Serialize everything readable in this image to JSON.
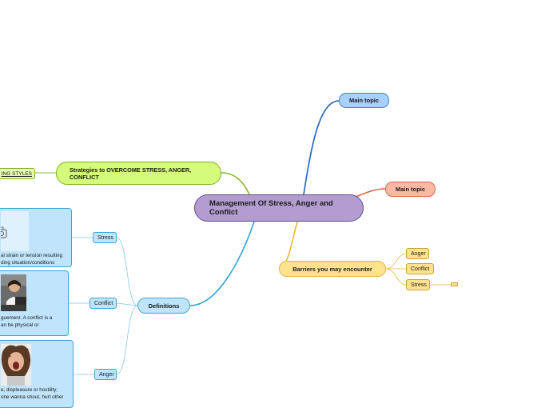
{
  "central": {
    "title": "Management Of Stress, Anger and Conflict"
  },
  "topics": {
    "main_topic_1": "Main topic",
    "main_topic_2": "Main topic",
    "strategies": "Strategies to OVERCOME STRESS, ANGER, CONFLICT",
    "styles": "ING STYLES",
    "barriers": "Barriers you may encounter",
    "definitions": "Definitions"
  },
  "barriers_items": [
    "Anger",
    "Conflict",
    "Stress"
  ],
  "definition_items": {
    "stress": {
      "label": "Stress",
      "text_line1": "al strain or tension resulting",
      "text_line2": "ding situation/conditions"
    },
    "conflict": {
      "label": "Conflict",
      "text_line1": "guement. A conflict is a",
      "text_line2": "an be physical or"
    },
    "anger": {
      "label": "Anger",
      "text_line1": "e, displeasure or hostility;",
      "text_line2": "one wanna shout, hurt other"
    }
  },
  "icons": {
    "stress_image": "camera-icon",
    "conflict_image": "person-at-computer-icon",
    "anger_image": "screaming-woman-icon"
  },
  "colors": {
    "central": "#b39cd0",
    "blue_branch": "#1f5fbf",
    "salmon_branch": "#e0603f",
    "green_branch": "#8ab833",
    "yellow_branch": "#e8b92a",
    "definitions_branch": "#2ea3d5"
  }
}
